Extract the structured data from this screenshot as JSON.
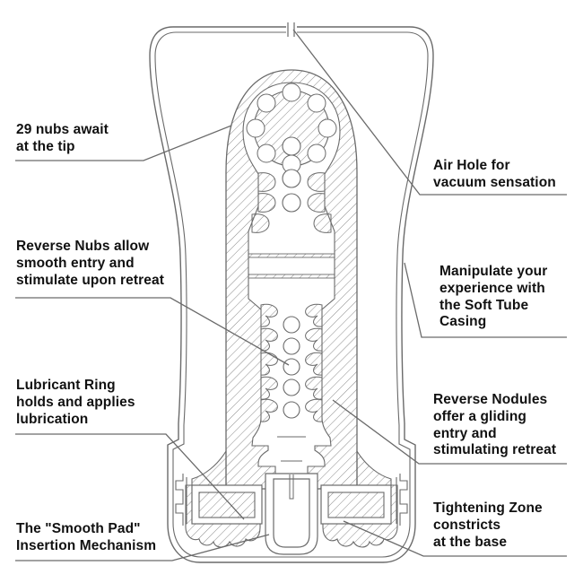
{
  "figure": {
    "type": "product-cutaway-diagram",
    "background": "#ffffff",
    "line_color": "#6a6a6a",
    "hatch_color": "#8a8a8a",
    "text_color": "#111111"
  },
  "callouts": {
    "nubs_tip": "29 nubs await\nat the tip",
    "air_hole": "Air Hole for\nvacuum sensation",
    "reverse_nubs": "Reverse Nubs allow\nsmooth entry and\nstimulate upon retreat",
    "soft_tube": "Manipulate your\nexperience with\nthe Soft Tube\nCasing",
    "lubricant_ring": "Lubricant Ring\nholds and applies\nlubrication",
    "reverse_nodules": "Reverse Nodules\noffer a gliding\nentry and\nstimulating retreat",
    "smooth_pad": "The \"Smooth Pad\"\nInsertion Mechanism",
    "tightening_zone": "Tightening Zone\nconstricts\nat the base"
  }
}
